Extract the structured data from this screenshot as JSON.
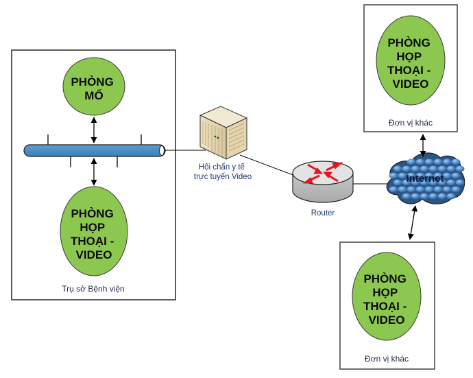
{
  "diagram": {
    "hospital": {
      "caption": "Trụ sở Bệnh viện",
      "operating_room": {
        "lines": [
          "PHÒNG",
          "MỔ"
        ]
      },
      "meeting_room": {
        "lines": [
          "PHÒNG",
          "HỌP",
          "THOẠI -",
          "VIDEO"
        ]
      }
    },
    "server": {
      "caption_lines": [
        "Hội chẩn y tế",
        "trực tuyến Video"
      ]
    },
    "router": {
      "caption": "Router"
    },
    "internet": {
      "label": "Internet"
    },
    "remote_top": {
      "caption": "Đơn vị khác",
      "meeting_room": {
        "lines": [
          "PHÒNG",
          "HỌP",
          "THOẠI -",
          "VIDEO"
        ]
      }
    },
    "remote_bottom": {
      "caption": "Đơn vị khác",
      "meeting_room": {
        "lines": [
          "PHÒNG",
          "HỌP",
          "THOẠI -",
          "VIDEO"
        ]
      }
    },
    "colors": {
      "room_fill": "#8cc850",
      "bus_fill": "#4f8ec9",
      "router_arrows": "#e8141b",
      "cloud": "#4a86c5"
    }
  }
}
